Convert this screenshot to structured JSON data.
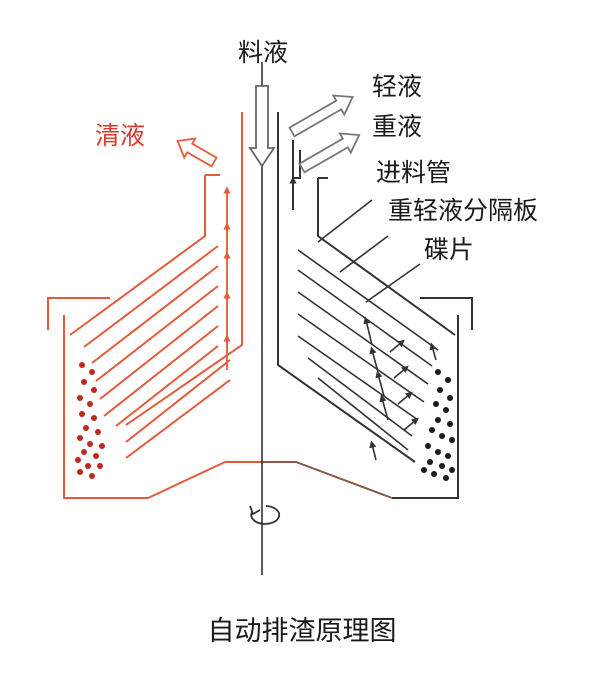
{
  "caption": "自动排渣原理图",
  "labels": {
    "feed": "料液",
    "clear_liquid": "清液",
    "light_liquid": "轻液",
    "heavy_liquid": "重液",
    "feed_pipe": "进料管",
    "separator_plate": "重轻液分隔板",
    "disc": "碟片"
  },
  "colors": {
    "left_side": "#e25c3c",
    "clear_liquid_label": "#d93a2c",
    "right_side": "#333333",
    "bottom_right": "#8a5a4a",
    "arrow_outline": "#777777",
    "left_particles": "#c0281e",
    "right_particles": "#1a1a1a"
  },
  "icons": [
    "rotation-arrow-icon",
    "feed-arrow-icon"
  ]
}
